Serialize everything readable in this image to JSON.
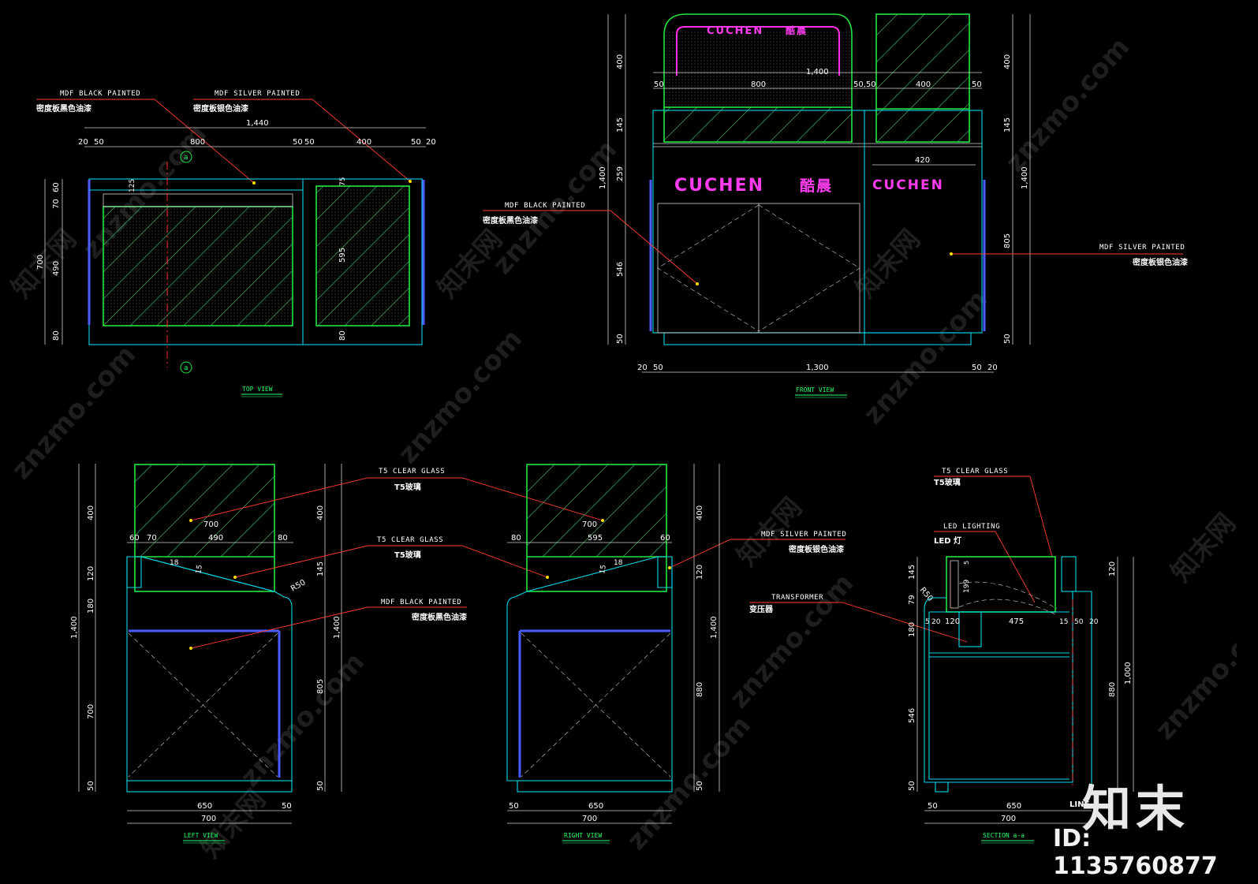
{
  "brand": {
    "logo_en": "CUCHEN",
    "logo_cn": "酷晨"
  },
  "watermark": {
    "site": "znzmo.com",
    "site_cn": "知末网",
    "mark": "知末",
    "id": "ID: 1135760877"
  },
  "views": {
    "top": "TOP VIEW",
    "front": "FRONT VIEW",
    "left": "LEFT VIEW",
    "right": "RIGHT VIEW",
    "section": "SECTION a-a"
  },
  "materials": {
    "mdf_black_en": "MDF BLACK PAINTED",
    "mdf_black_cn": "密度板黑色油漆",
    "mdf_silver_en": "MDF SILVER PAINTED",
    "mdf_silver_cn": "密度板银色油漆",
    "glass_en": "T5 CLEAR GLASS",
    "glass_cn": "T5玻璃",
    "glass_en_spaced": "T5 CLEAR   GLASS",
    "led_en": "LED LIGHTING",
    "led_cn": "LED 灯",
    "transformer_en": "TRANSFORMER",
    "transformer_cn": "变压器",
    "line": "LINE",
    "section_marker": "a"
  },
  "dims": {
    "top": {
      "total": "1,440",
      "d20a": "20",
      "d50a": "50",
      "d800": "800",
      "d50b": "50",
      "d50c": "50",
      "d400": "400",
      "d50d": "50",
      "d20b": "20",
      "v700": "700",
      "v70": "70",
      "v60": "60",
      "v490": "490",
      "v80a": "80",
      "v125": "125",
      "v75": "75",
      "v595": "595",
      "v80b": "80"
    },
    "front": {
      "h400a": "400",
      "h145a": "145",
      "h1400a": "1,400",
      "h259": "259",
      "h546": "546",
      "h50a": "50",
      "w1400": "1,400",
      "w50a": "50",
      "w800": "800",
      "w50b": "50,50",
      "w400": "400",
      "w50c": "50",
      "w420": "420",
      "h400b": "400",
      "h145b": "145",
      "h1400b": "1,400",
      "h805": "805",
      "h50b": "50",
      "w20a": "20",
      "w50d": "50",
      "w1300": "1,300",
      "w50e": "50",
      "w20b": "20"
    },
    "left": {
      "h400": "400",
      "h120": "120",
      "h180": "180",
      "h1400a": "1,400",
      "h700": "700",
      "h50": "50",
      "h400b": "400",
      "h145": "145",
      "h1400b": "1,400",
      "h805": "805",
      "w700top": "700",
      "w60": "60",
      "w70": "70",
      "w490": "490",
      "w80": "80",
      "r50": "R50",
      "t15": "15",
      "t18": "18",
      "w650": "650",
      "w50": "50",
      "w700": "700"
    },
    "right": {
      "w700top": "700",
      "w80": "80",
      "w595": "595",
      "w60": "60",
      "t15": "15",
      "t18": "18",
      "h400": "400",
      "h120": "120",
      "h1400": "1,400",
      "h880": "880",
      "h50": "50",
      "w50": "50",
      "w650": "650",
      "w700": "700"
    },
    "section": {
      "h145": "145",
      "h79": "79",
      "h180": "180",
      "h546": "546",
      "h50": "50",
      "r50": "R50",
      "d199": "199",
      "d5": "5",
      "w5": "5",
      "w20a": "20",
      "w120": "120",
      "w475": "475",
      "w15": "15",
      "w50": "50",
      "w20b": "20",
      "h120": "120",
      "h880": "880",
      "h1000": "1,000",
      "b50": "50",
      "b650": "650",
      "b700": "700"
    }
  }
}
